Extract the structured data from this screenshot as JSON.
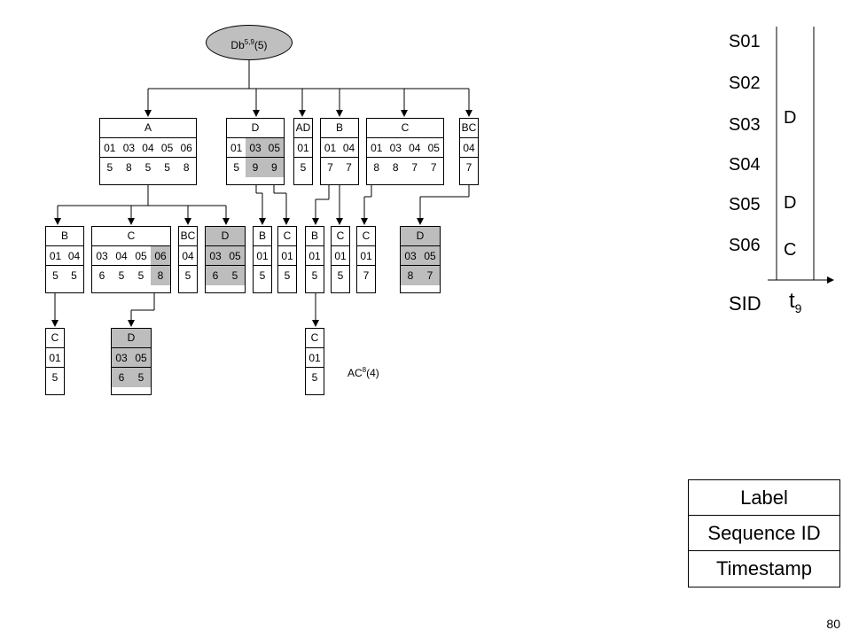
{
  "root": {
    "base": "Db",
    "sup": "5,9",
    "arg": "(5)"
  },
  "ac_caption": {
    "base": "AC",
    "sup": "8",
    "arg": "(4)"
  },
  "nodes": [
    {
      "label": "A",
      "cols": [
        "01",
        "03",
        "04",
        "05",
        "06"
      ],
      "vals": [
        "5",
        "8",
        "5",
        "5",
        "8"
      ],
      "gray": []
    },
    {
      "label": "D",
      "cols": [
        "01",
        "03",
        "05"
      ],
      "vals": [
        "5",
        "9",
        "9"
      ],
      "gray": [
        1,
        2
      ]
    },
    {
      "label": "AD",
      "cols": [
        "01"
      ],
      "vals": [
        "5"
      ],
      "gray": []
    },
    {
      "label": "B",
      "cols": [
        "01",
        "04"
      ],
      "vals": [
        "7",
        "7"
      ],
      "gray": []
    },
    {
      "label": "C",
      "cols": [
        "01",
        "03",
        "04",
        "05"
      ],
      "vals": [
        "8",
        "8",
        "7",
        "7"
      ],
      "gray": []
    },
    {
      "label": "BC",
      "cols": [
        "04"
      ],
      "vals": [
        "7"
      ],
      "gray": []
    },
    {
      "label": "B",
      "cols": [
        "01",
        "04"
      ],
      "vals": [
        "5",
        "5"
      ],
      "gray": []
    },
    {
      "label": "C",
      "cols": [
        "03",
        "04",
        "05",
        "06"
      ],
      "vals": [
        "6",
        "5",
        "5",
        "8"
      ],
      "gray": [
        3
      ]
    },
    {
      "label": "BC",
      "cols": [
        "04"
      ],
      "vals": [
        "5"
      ],
      "gray": []
    },
    {
      "label": "D",
      "cols": [
        "03",
        "05"
      ],
      "vals": [
        "6",
        "5"
      ],
      "gray": [
        "all"
      ]
    },
    {
      "label": "B",
      "cols": [
        "01"
      ],
      "vals": [
        "5"
      ],
      "gray": []
    },
    {
      "label": "C",
      "cols": [
        "01"
      ],
      "vals": [
        "5"
      ],
      "gray": []
    },
    {
      "label": "B",
      "cols": [
        "01"
      ],
      "vals": [
        "5"
      ],
      "gray": []
    },
    {
      "label": "C",
      "cols": [
        "01"
      ],
      "vals": [
        "5"
      ],
      "gray": []
    },
    {
      "label": "C",
      "cols": [
        "01"
      ],
      "vals": [
        "7"
      ],
      "gray": []
    },
    {
      "label": "D",
      "cols": [
        "03",
        "05"
      ],
      "vals": [
        "8",
        "7"
      ],
      "gray": [
        "all"
      ]
    },
    {
      "label": "C",
      "cols": [
        "01"
      ],
      "vals": [
        "5"
      ],
      "gray": []
    },
    {
      "label": "D",
      "cols": [
        "03",
        "05"
      ],
      "vals": [
        "6",
        "5"
      ],
      "gray": [
        "all"
      ]
    },
    {
      "label": "C",
      "cols": [
        "01"
      ],
      "vals": [
        "5"
      ],
      "gray": []
    }
  ],
  "timeline": {
    "sids": [
      "S01",
      "S02",
      "S03",
      "S04",
      "S05",
      "S06"
    ],
    "values": [
      "",
      "",
      "D",
      "",
      "D",
      "C"
    ],
    "axis_label": "SID",
    "time_base": "t",
    "time_sub": "9"
  },
  "legend": {
    "label": "Label",
    "sequence": "Sequence ID",
    "timestamp": "Timestamp"
  },
  "page_number": "80"
}
